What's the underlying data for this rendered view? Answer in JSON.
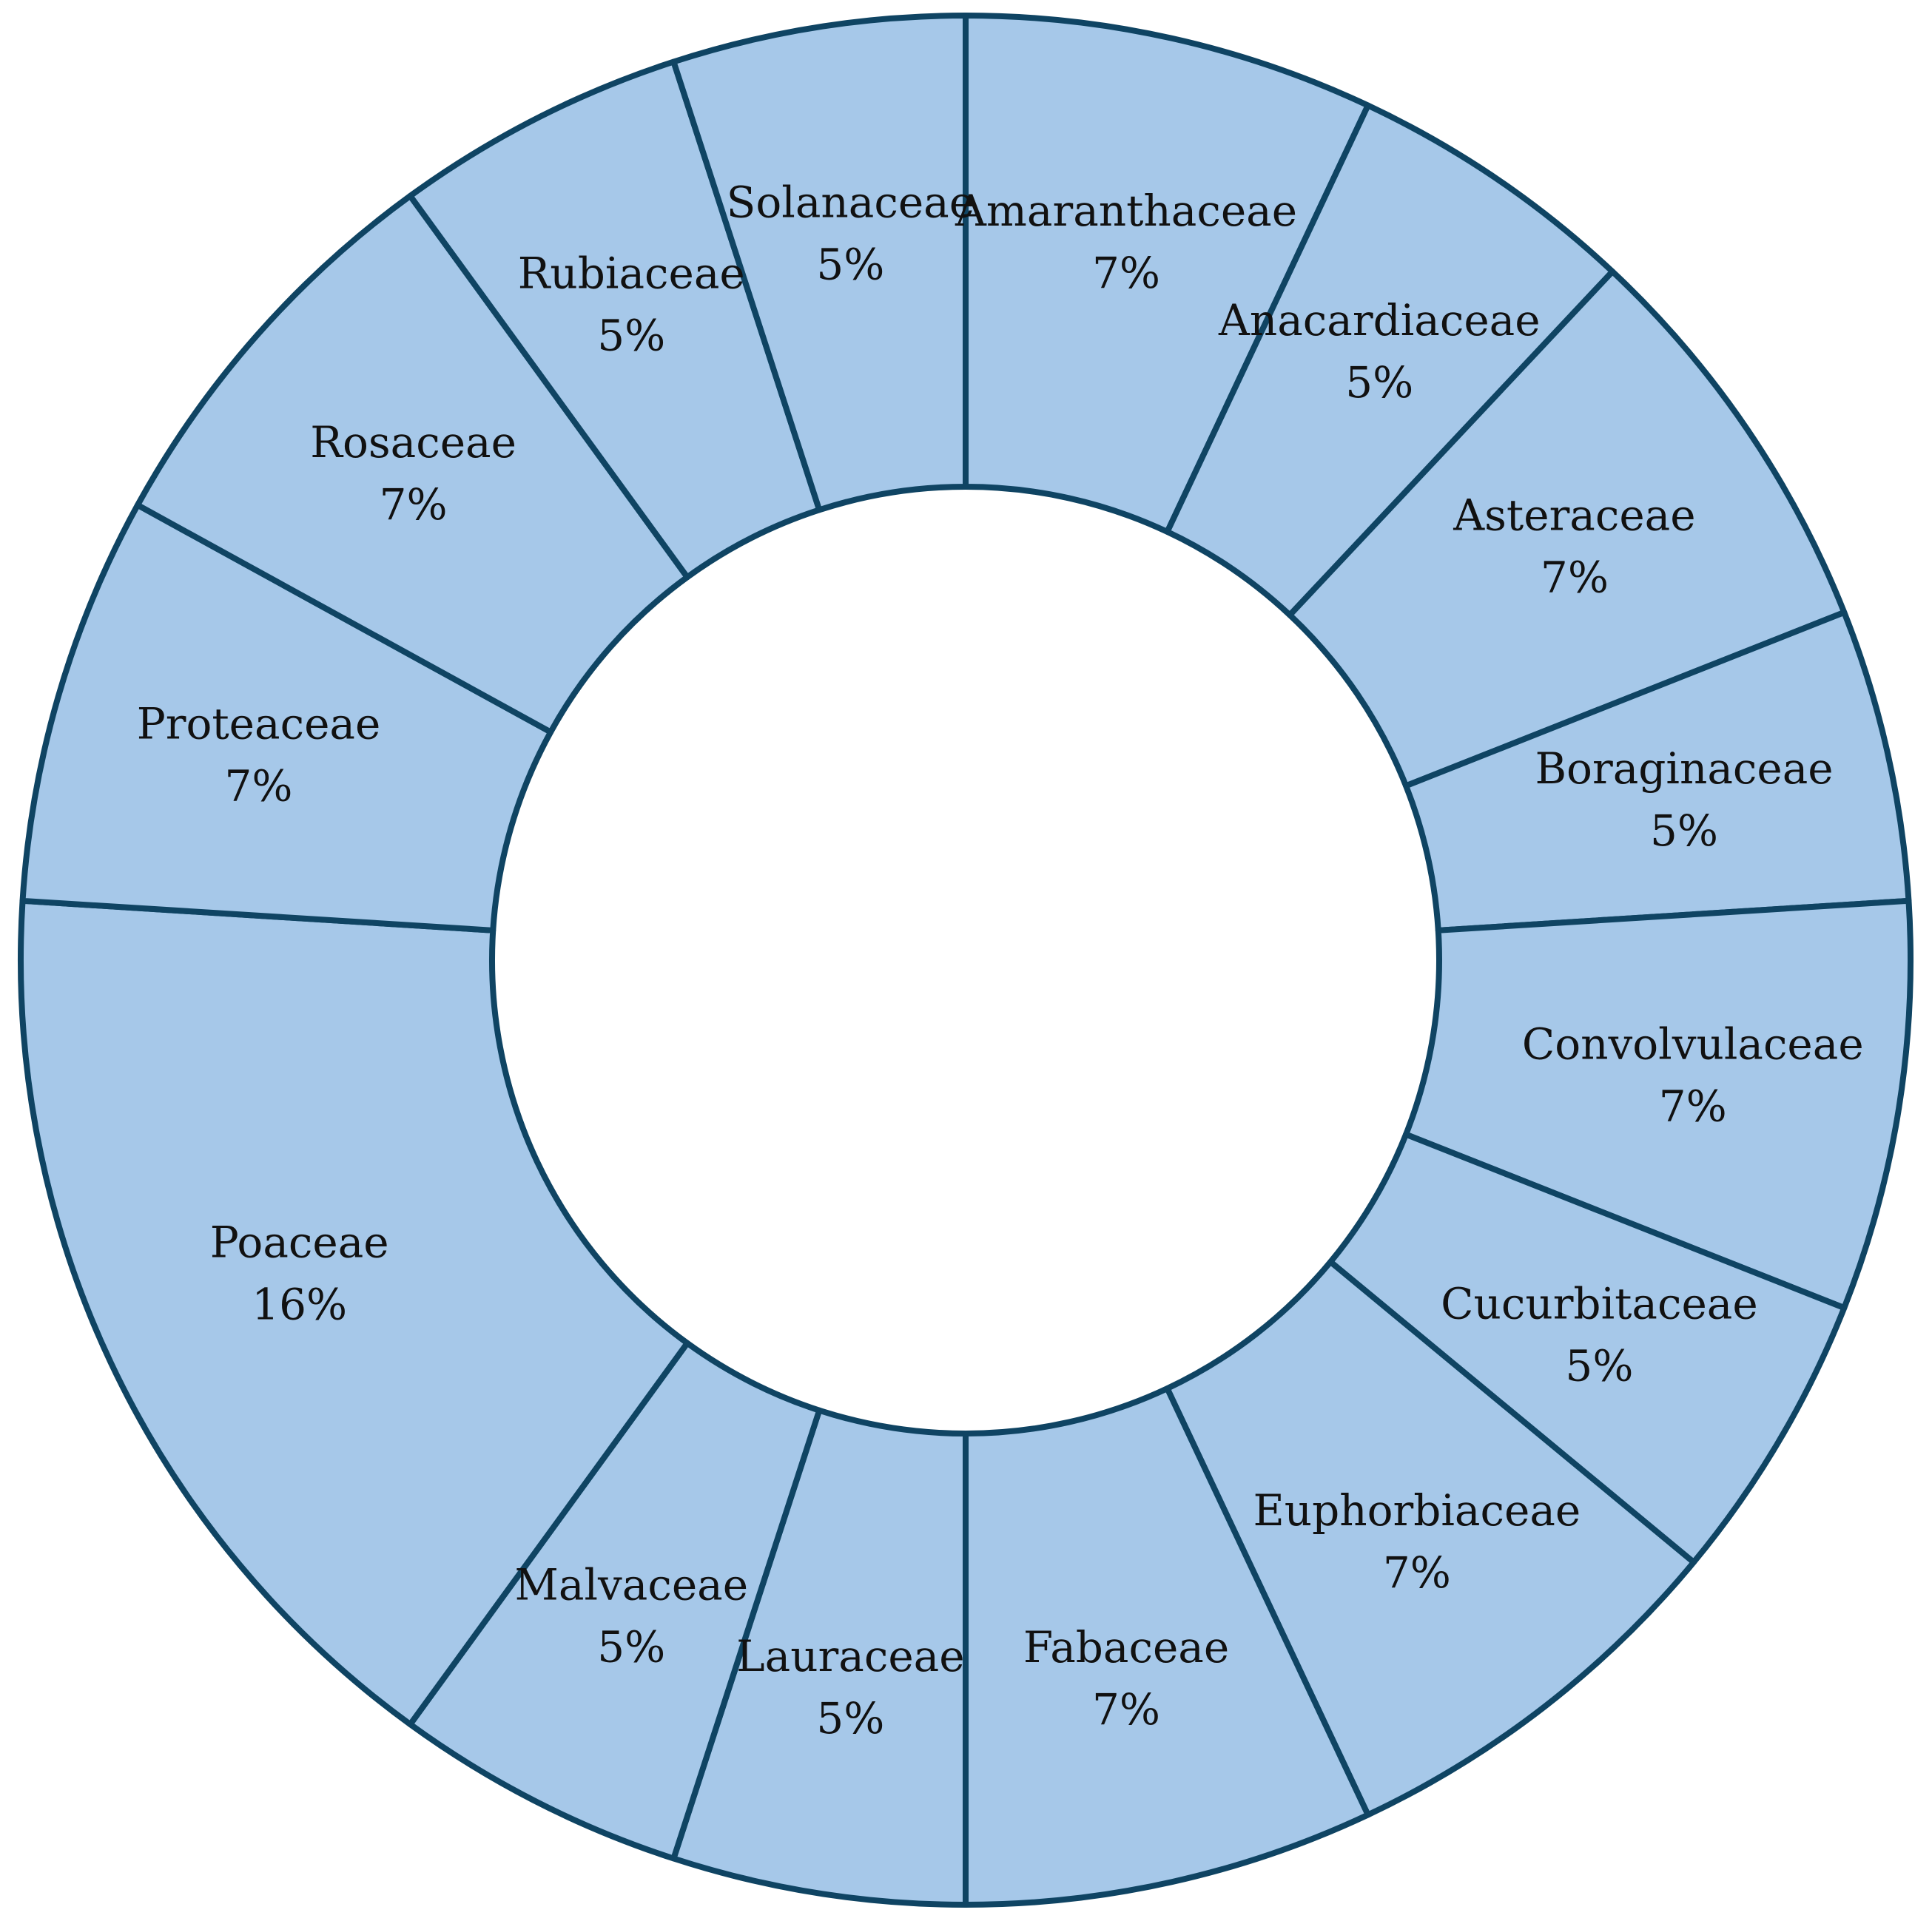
{
  "chart_data": {
    "type": "pie",
    "variant": "donut",
    "labels": [
      "Amaranthaceae",
      "Anacardiaceae",
      "Asteraceae",
      "Boraginaceae",
      "Convolvulaceae",
      "Cucurbitaceae",
      "Euphorbiaceae",
      "Fabaceae",
      "Lauraceae",
      "Malvaceae",
      "Poaceae",
      "Proteaceae",
      "Rosaceae",
      "Rubiaceae",
      "Solanaceae"
    ],
    "values": [
      7,
      5,
      7,
      5,
      7,
      5,
      7,
      7,
      5,
      5,
      16,
      7,
      7,
      5,
      5
    ],
    "value_labels": [
      "7%",
      "5%",
      "7%",
      "5%",
      "7%",
      "5%",
      "7%",
      "7%",
      "5%",
      "5%",
      "16%",
      "7%",
      "7%",
      "5%",
      "5%"
    ],
    "start": "12 o'clock",
    "direction": "clockwise",
    "legend": "none",
    "colors": {
      "fill": "#a6c8e9",
      "edge": "#0f4463",
      "text": "#111111"
    }
  }
}
